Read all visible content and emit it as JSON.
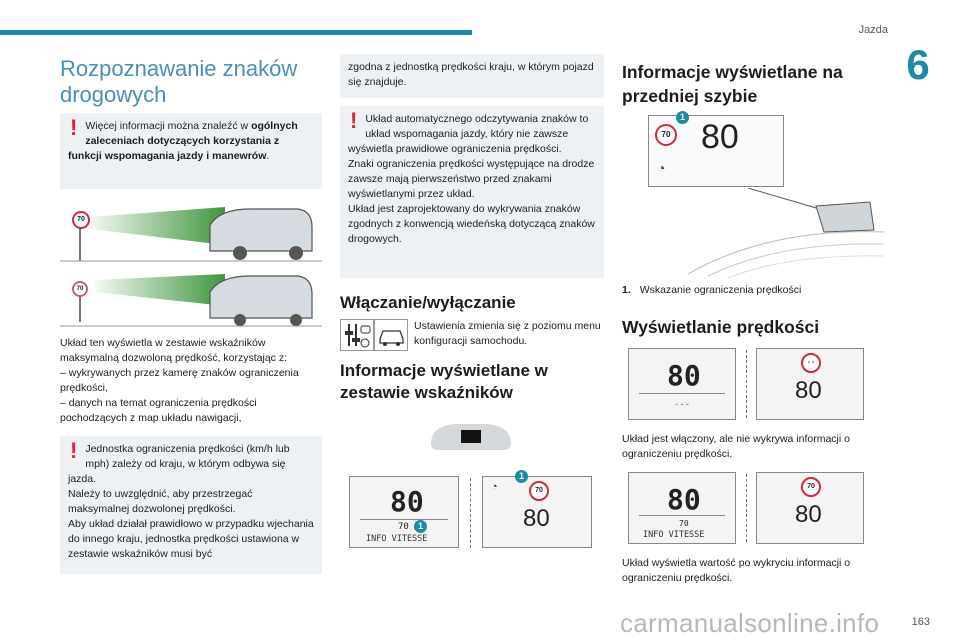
{
  "header": {
    "section": "Jazda",
    "chapter": "6",
    "page": "163"
  },
  "left": {
    "title": "Rozpoznawanie znaków drogowych",
    "note1": {
      "line1": "Więcej informacji można znaleźć w",
      "bold": "ogólnych zaleceniach dotyczących korzystania z funkcji wspomagania jazdy i manewrów",
      "end": "."
    },
    "illus": {
      "sign1": "70",
      "sign2": "70"
    },
    "para": [
      "Układ ten wyświetla w zestawie wskaźników maksymalną dozwoloną prędkość, korzystając z:",
      "– wykrywanych przez kamerę znaków ograniczenia prędkości,",
      "– danych na temat ograniczenia prędkości pochodzących z map układu nawigacji,"
    ],
    "note2": [
      "Jednostka ograniczenia prędkości (km/h lub mph) zależy od kraju, w którym odbywa się jazda.",
      "Należy to uwzględnić, aby przestrzegać maksymalnej dozwolonej prędkości.",
      "Aby układ działał prawidłowo w przypadku wjechania do innego kraju, jednostka prędkości ustawiona w zestawie wskaźników musi być"
    ]
  },
  "middle": {
    "cont": "zgodna z jednostką prędkości kraju, w którym pojazd się znajduje.",
    "note3": [
      "Układ automatycznego odczytywania znaków to układ wspomagania jazdy, który nie zawsze wyświetla prawidłowe ograniczenia prędkości.",
      "Znaki ograniczenia prędkości występujące na drodze zawsze mają pierwszeństwo przed znakami wyświetlanymi przez układ.",
      "Układ jest zaprojektowany do wykrywania znaków zgodnych z konwencją wiedeńską dotyczącą znaków drogowych."
    ],
    "h_onoff": "Włączanie/wyłączanie",
    "onoff_text": "Ustawienia zmienia się z poziomu menu konfiguracji samochodu.",
    "h_cluster": "Informacje wyświetlane w zestawie wskaźników",
    "cluster": {
      "speed_left": "80",
      "small": "70",
      "info": "INFO VITESSE",
      "sign": "70",
      "speed_right": "80",
      "badge": "1"
    }
  },
  "right": {
    "h_hud": "Informacje wyświetlane na przedniej szybie",
    "hud": {
      "sign": "70",
      "speed": "80",
      "badge": "1"
    },
    "caption_num": "1.",
    "caption": "Wskazanie ograniczenia prędkości",
    "h_speed": "Wyświetlanie prędkości",
    "row1": {
      "speed": "80",
      "dash": "- - -",
      "sign": "- -",
      "speed_r": "80"
    },
    "text1": "Układ jest włączony, ale nie wykrywa informacji o ograniczeniu prędkości.",
    "row2": {
      "speed": "80",
      "small": "70",
      "info": "INFO VITESSE",
      "sign": "70",
      "speed_r": "80"
    },
    "text2": "Układ wyświetla wartość po wykryciu informacji o ograniczeniu prędkości."
  },
  "watermark": "carmanualsonline.info",
  "colors": {
    "accent": "#1f8aa8",
    "warning": "#d7263d",
    "note_bg": "#eef1f4"
  }
}
